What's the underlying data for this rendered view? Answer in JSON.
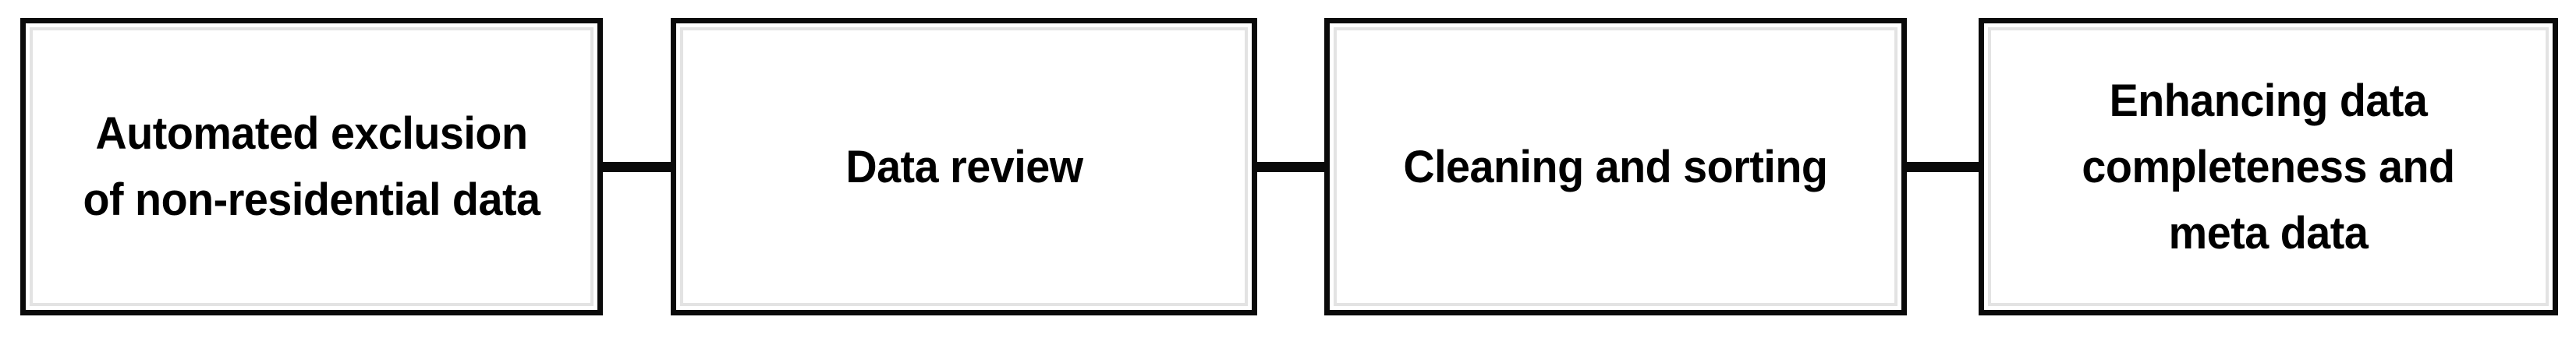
{
  "diagram": {
    "type": "flowchart",
    "direction": "left-to-right",
    "background_color": "#ffffff",
    "box_border_color": "#0a0a0a",
    "box_inner_border_color": "#e3e3e3",
    "box_fill_color": "#ffffff",
    "text_color": "#000000",
    "connector_color": "#0a0a0a",
    "connector_count": 3,
    "steps": [
      {
        "label": "Automated exclusion of non-residential data"
      },
      {
        "label": "Data review"
      },
      {
        "label": "Cleaning and sorting"
      },
      {
        "label": "Enhancing data completeness and meta data"
      }
    ]
  }
}
